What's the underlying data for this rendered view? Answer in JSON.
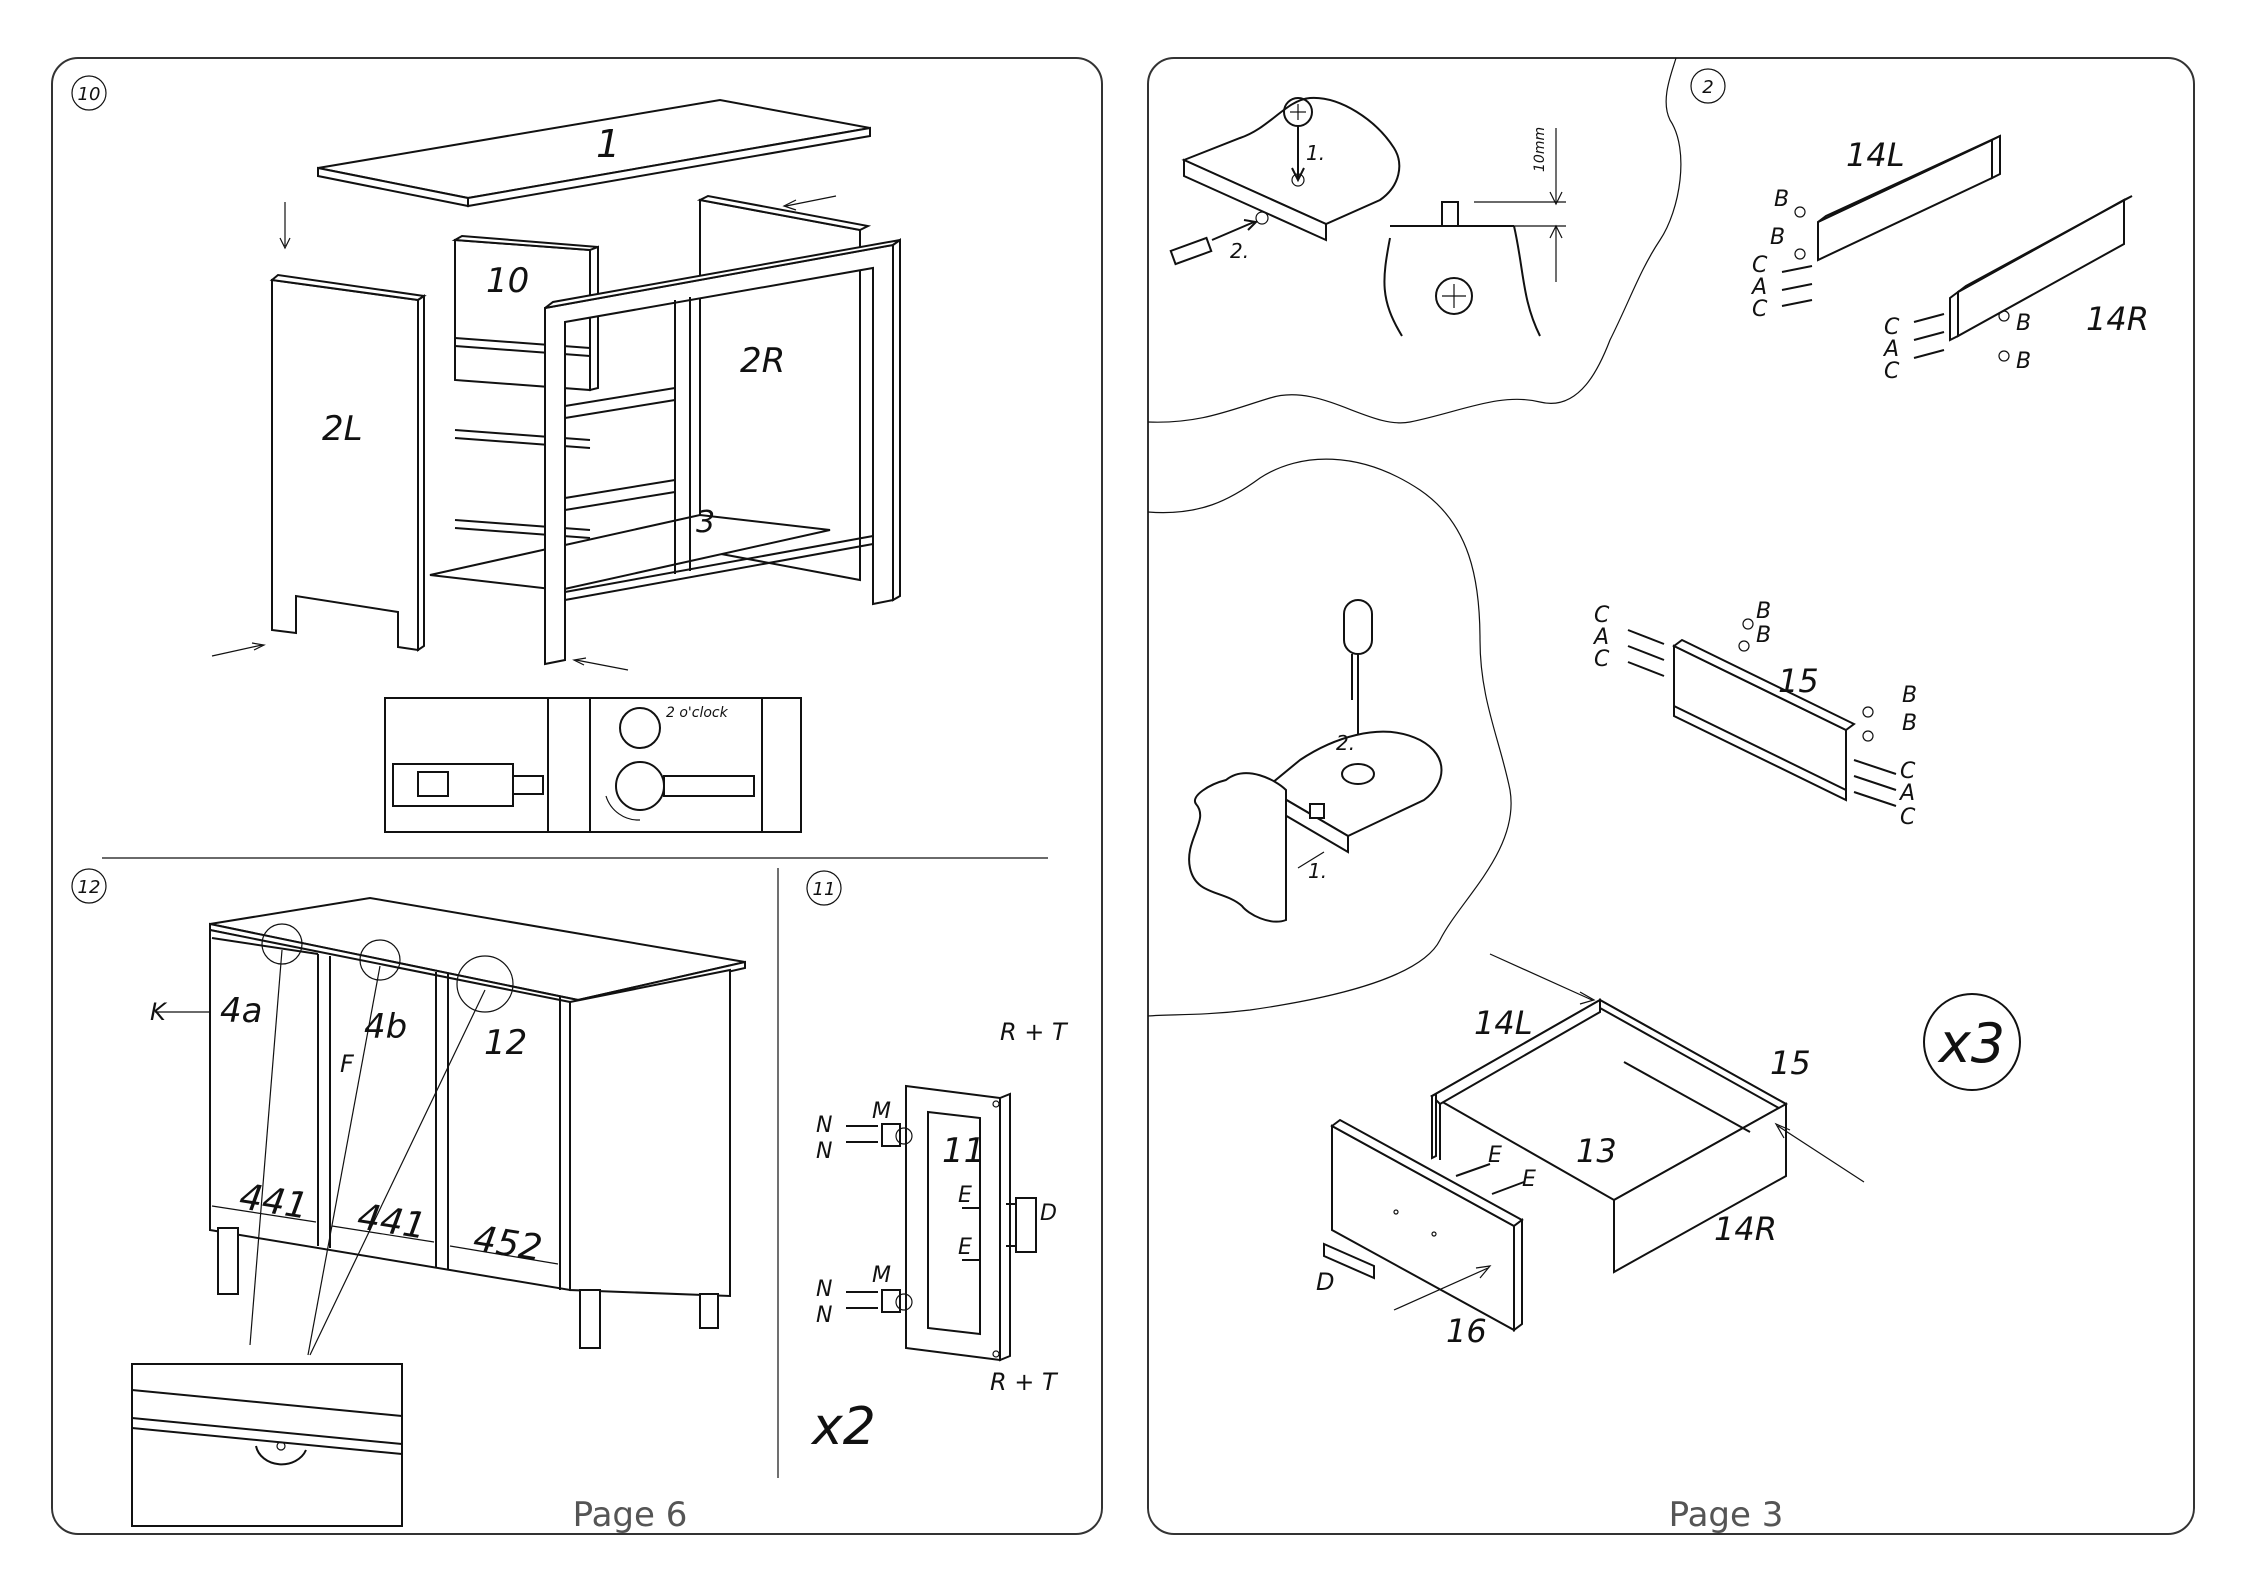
{
  "left_page": {
    "page_label": "Page 6",
    "step10": {
      "number": "10",
      "part_labels": [
        "1",
        "10",
        "2R",
        "2L",
        "3"
      ],
      "detail_note": "2 o'clock"
    },
    "step12": {
      "number": "12",
      "part_labels": [
        "K",
        "4a",
        "4b",
        "F",
        "12"
      ],
      "dimensions": [
        "441",
        "441",
        "452"
      ]
    },
    "step11": {
      "number": "11",
      "part_labels": [
        "R + T",
        "N",
        "M",
        "N",
        "11",
        "E",
        "D",
        "E",
        "N",
        "M",
        "N",
        "R + T"
      ],
      "quantity": "x2"
    }
  },
  "right_page": {
    "page_label": "Page 3",
    "step2": {
      "number": "2",
      "cam_steps": [
        "1.",
        "2."
      ],
      "measure": "10mm",
      "part_labels": [
        "14L",
        "14R",
        "B",
        "B",
        "C",
        "A",
        "C",
        "C",
        "A",
        "C",
        "B",
        "B"
      ]
    },
    "screw_steps": [
      "2.",
      "1."
    ],
    "panel15": {
      "label": "15",
      "fittings_left": [
        "C",
        "A",
        "C"
      ],
      "fittings_top": [
        "B",
        "B"
      ],
      "fittings_right": [
        "B",
        "B",
        "C",
        "A",
        "C"
      ]
    },
    "drawer": {
      "part_labels": [
        "14L",
        "15",
        "13",
        "E",
        "E",
        "14R",
        "D",
        "16"
      ],
      "quantity": "x3"
    }
  }
}
